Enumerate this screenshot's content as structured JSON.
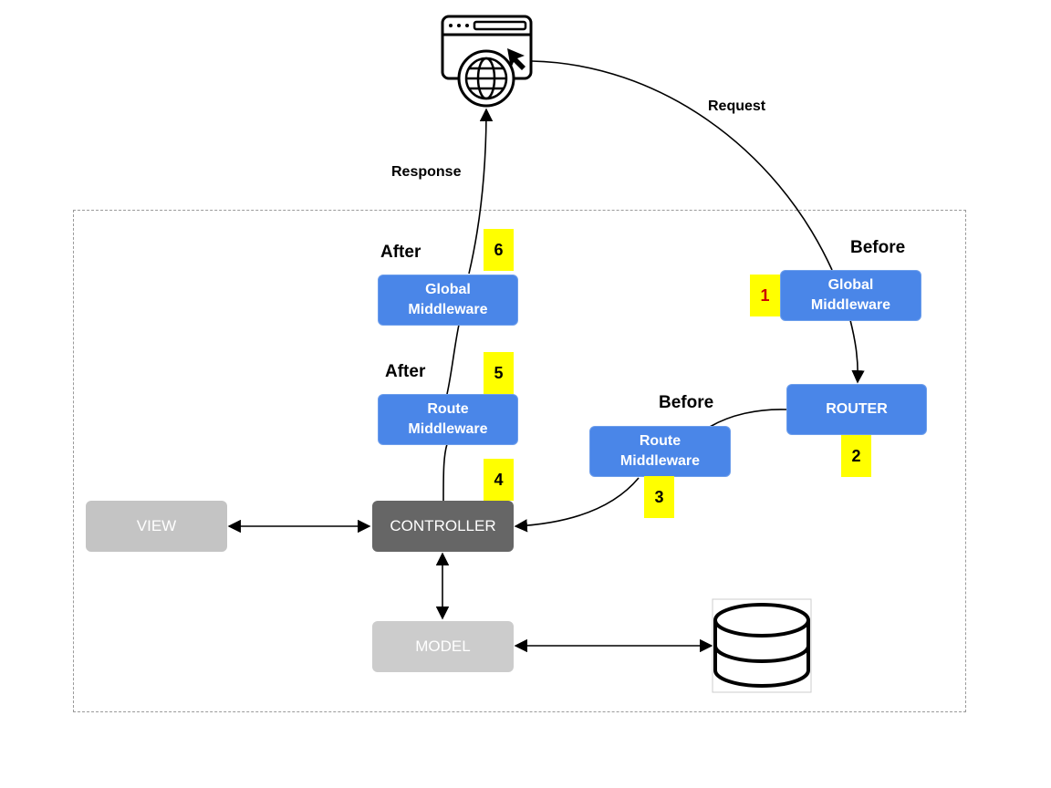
{
  "diagram": {
    "edge_labels": {
      "request": "Request",
      "response": "Response"
    },
    "stage_labels": {
      "before_global": "Before",
      "before_route": "Before",
      "after_global": "After",
      "after_route": "After"
    },
    "nodes": {
      "global_middleware_before": {
        "line1": "Global",
        "line2": "Middleware"
      },
      "router": {
        "label": "ROUTER"
      },
      "route_middleware_before": {
        "line1": "Route",
        "line2": "Middleware"
      },
      "controller": {
        "label": "CONTROLLER"
      },
      "route_middleware_after": {
        "line1": "Route",
        "line2": "Middleware"
      },
      "global_middleware_after": {
        "line1": "Global",
        "line2": "Middleware"
      },
      "view": {
        "label": "VIEW"
      },
      "model": {
        "label": "MODEL"
      }
    },
    "steps": [
      "1",
      "2",
      "3",
      "4",
      "5",
      "6"
    ],
    "icons": {
      "client": "browser-globe-icon",
      "database": "database-icon"
    },
    "colors": {
      "middleware": "#4a86e8",
      "controller": "#666666",
      "view": "#c4c4c4",
      "model": "#cccccc",
      "step_badge": "#ffff00",
      "first_step_text": "#cc0000"
    }
  }
}
